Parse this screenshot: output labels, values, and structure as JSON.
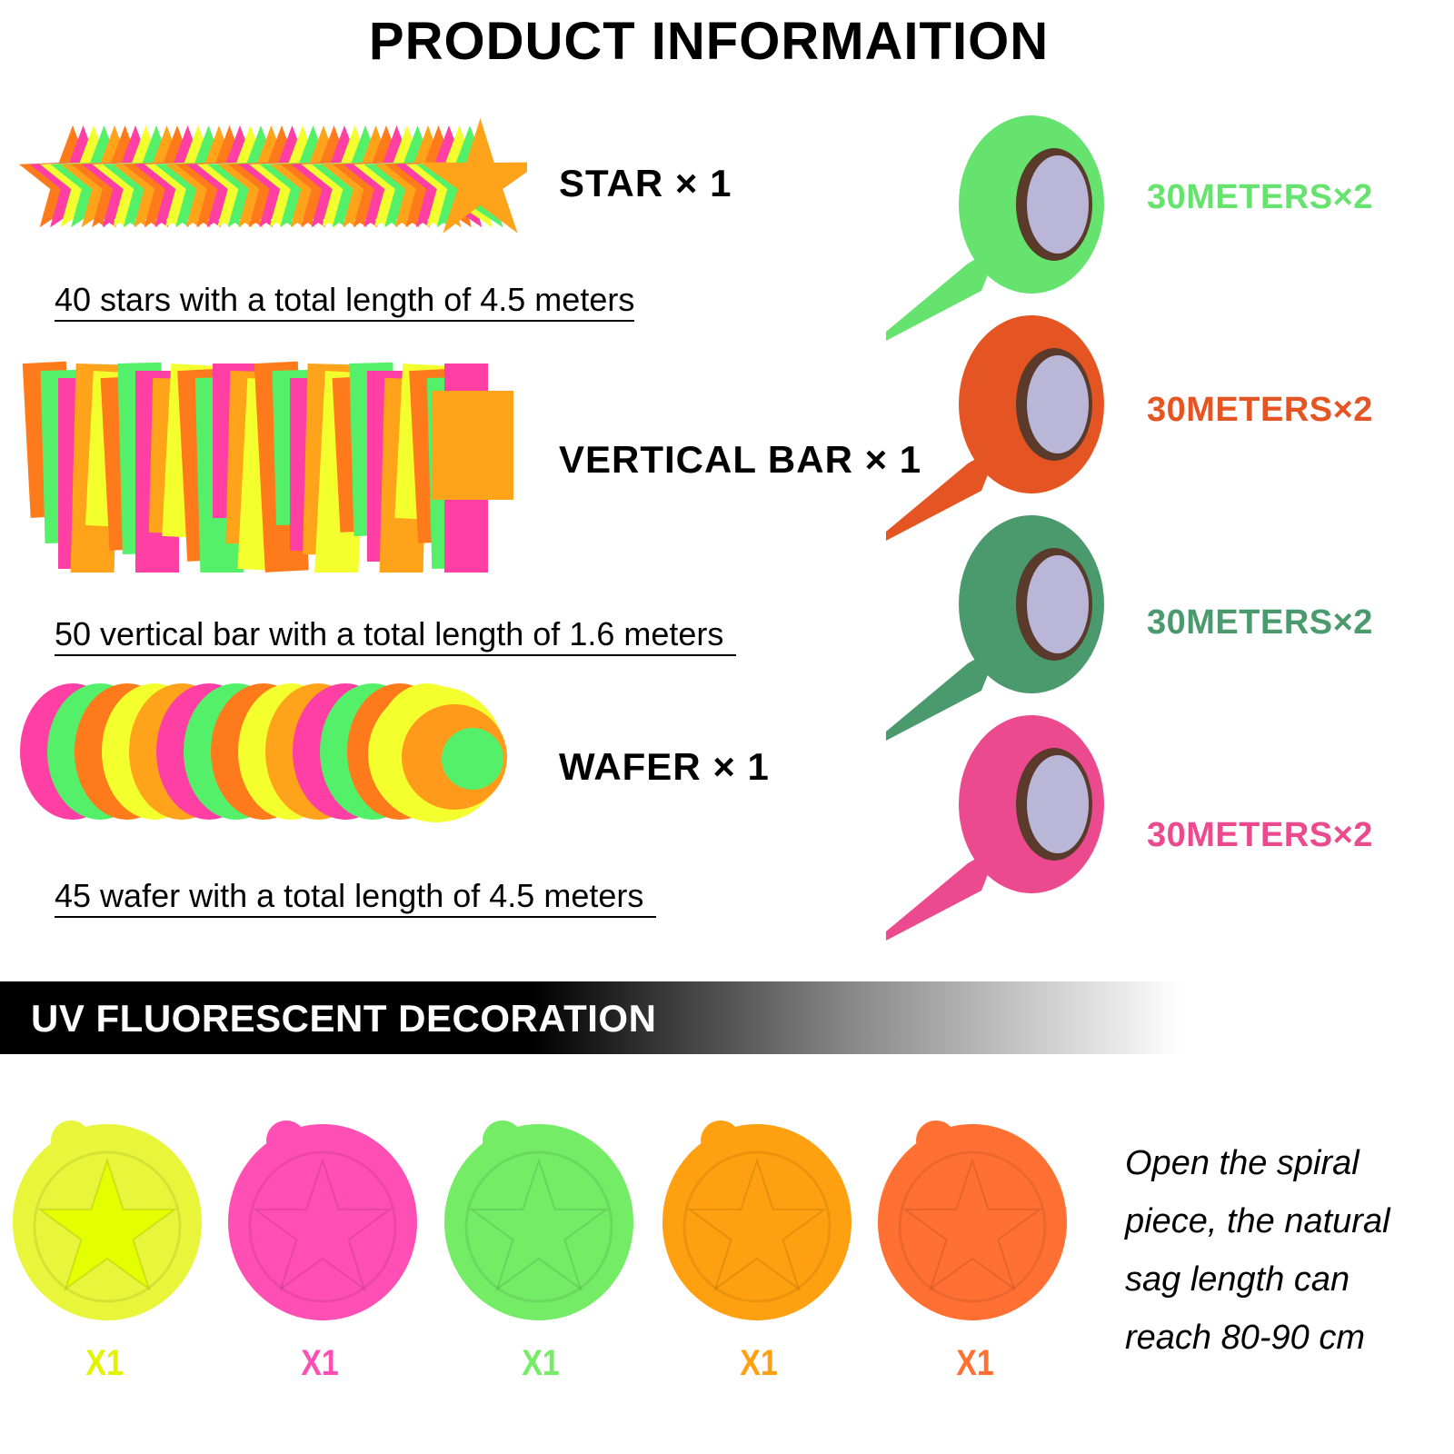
{
  "title": "PRODUCT INFORMAITION",
  "products": [
    {
      "label": "STAR × 1",
      "description": "40 stars with a total length of 4.5 meters"
    },
    {
      "label": "VERTICAL BAR × 1",
      "description": "50 vertical bar with a total length of 1.6 meters"
    },
    {
      "label": "WAFER × 1",
      "description": "45 wafer with a total length of 4.5 meters"
    }
  ],
  "tapes": [
    {
      "label": "30METERS×2",
      "color": "#66e36f"
    },
    {
      "label": "30METERS×2",
      "color": "#e55523"
    },
    {
      "label": "30METERS×2",
      "color": "#4a9a6e"
    },
    {
      "label": "30METERS×2",
      "color": "#ec4a8e"
    }
  ],
  "banner": "UV FLUORESCENT DECORATION",
  "spirals": [
    {
      "label": "X1",
      "color": "#e8f53a",
      "text_color": "#e3f200"
    },
    {
      "label": "X1",
      "color": "#ff4fb5",
      "text_color": "#ff4fb5"
    },
    {
      "label": "X1",
      "color": "#74ec66",
      "text_color": "#74ec66"
    },
    {
      "label": "X1",
      "color": "#ffa010",
      "text_color": "#ffa010"
    },
    {
      "label": "X1",
      "color": "#ff7032",
      "text_color": "#ff7032"
    }
  ],
  "note": [
    "Open the spiral",
    "piece, the natural",
    "sag length can",
    "reach 80-90 cm"
  ]
}
